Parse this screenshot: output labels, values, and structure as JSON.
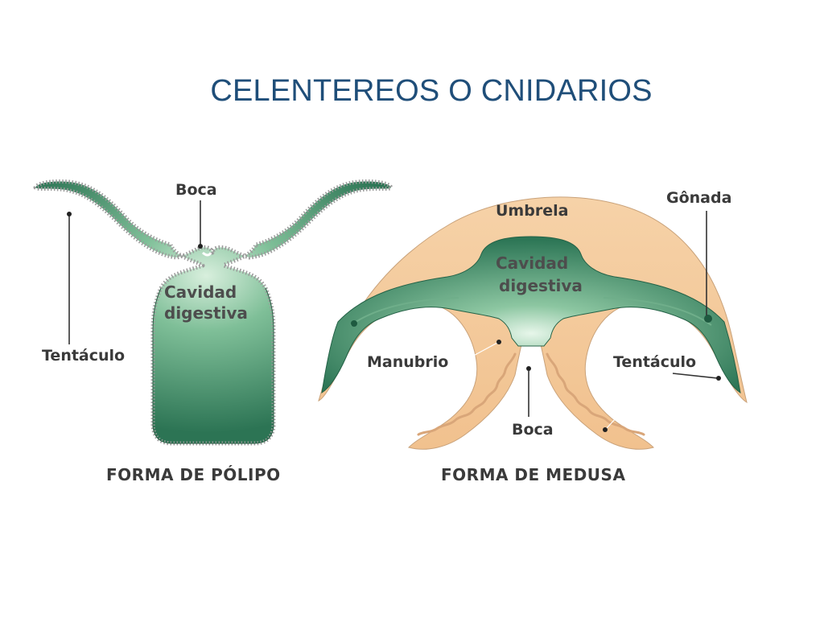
{
  "title": "CELENTEREOS O CNIDARIOS",
  "polyp": {
    "caption": "FORMA DE PÓLIPO",
    "labels": {
      "mouth": "Boca",
      "tentacle": "Tentáculo",
      "cavity_line1": "Cavidad",
      "cavity_line2": "digestiva"
    }
  },
  "medusa": {
    "caption": "FORMA DE MEDUSA",
    "labels": {
      "umbrella": "Umbrela",
      "gonad": "Gônada",
      "cavity_line1": "Cavidad",
      "cavity_line2": "digestiva",
      "manubrium": "Manubrio",
      "tentacle": "Tentáculo",
      "mouth": "Boca"
    }
  },
  "colors": {
    "green_dark": "#2f7a58",
    "green_light": "#cfe9d6",
    "tan": "#f3c898",
    "tan_light": "#fbe6cc",
    "title": "#1f4e79"
  }
}
